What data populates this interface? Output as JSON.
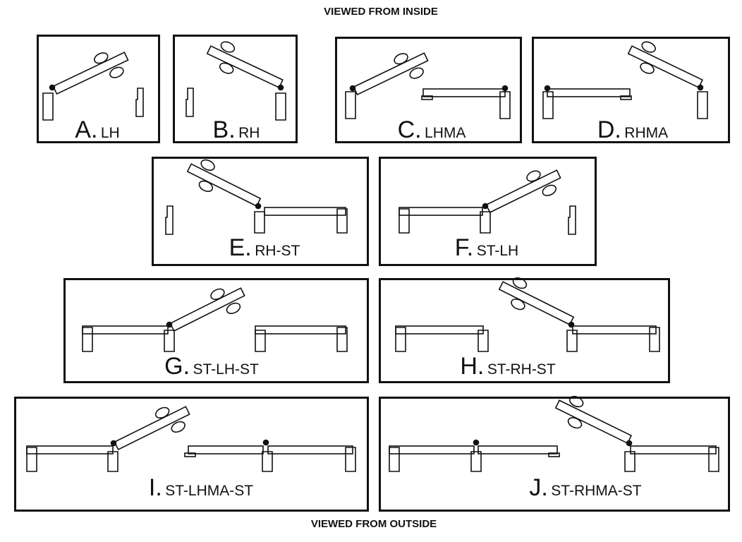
{
  "headings": {
    "top": "VIEWED FROM INSIDE",
    "bottom": "VIEWED FROM OUTSIDE"
  },
  "panels": [
    {
      "letter": "A.",
      "code": "LH"
    },
    {
      "letter": "B.",
      "code": "RH"
    },
    {
      "letter": "C.",
      "code": "LHMA"
    },
    {
      "letter": "D.",
      "code": "RHMA"
    },
    {
      "letter": "E.",
      "code": "RH-ST"
    },
    {
      "letter": "F.",
      "code": "ST-LH"
    },
    {
      "letter": "G.",
      "code": "ST-LH-ST"
    },
    {
      "letter": "H.",
      "code": "ST-RH-ST"
    },
    {
      "letter": "I.",
      "code": "ST-LHMA-ST"
    },
    {
      "letter": "J.",
      "code": "ST-RHMA-ST"
    }
  ]
}
